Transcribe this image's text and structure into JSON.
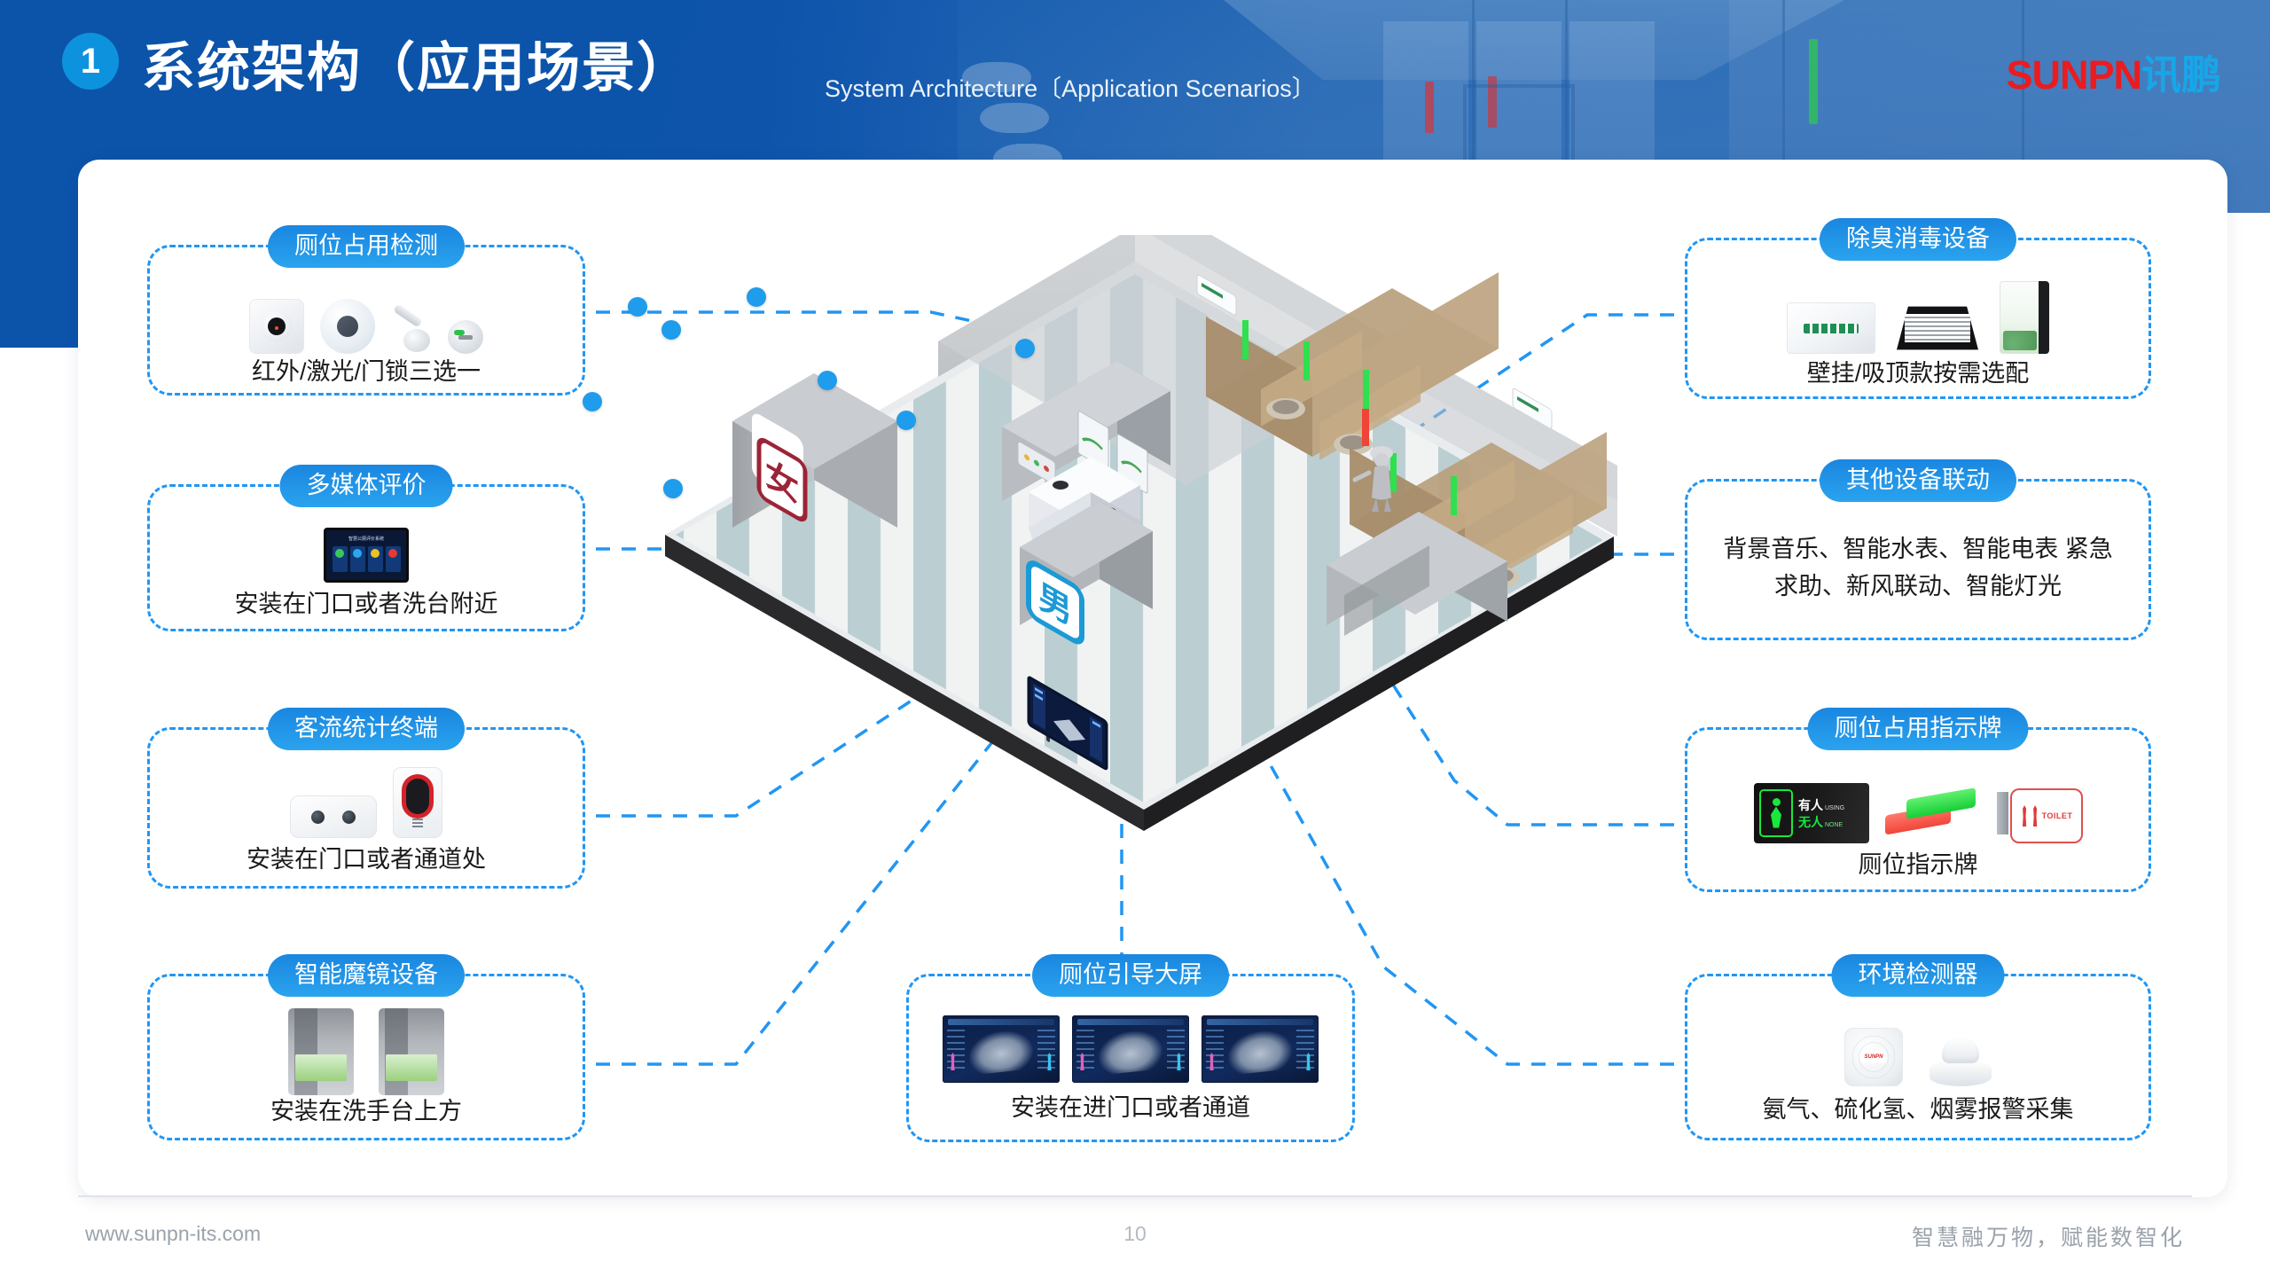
{
  "header": {
    "badge_number": "1",
    "title_cn": "系统架构（应用场景）",
    "title_en": "System Architecture〔Application Scenarios〕",
    "logo_primary": "SUNPN",
    "logo_secondary": "讯鹏",
    "accent_blue": "#0c53aa",
    "badge_blue": "#0d93dd",
    "logo_red": "#ea1c20",
    "logo_cyan": "#17a6e8"
  },
  "callouts": {
    "left": [
      {
        "title": "厕位占用检测",
        "caption": "红外/激光/门锁三选一"
      },
      {
        "title": "多媒体评价",
        "caption": "安装在门口或者洗台附近"
      },
      {
        "title": "客流统计终端",
        "caption": "安装在门口或者通道处"
      },
      {
        "title": "智能魔镜设备",
        "caption": "安装在洗手台上方"
      }
    ],
    "right": [
      {
        "title": "除臭消毒设备",
        "caption": "壁挂/吸顶款按需选配"
      },
      {
        "title": "其他设备联动",
        "caption_line1": "背景音乐、智能水表、智能电表 紧急",
        "caption_line2": "求助、新风联动、智能灯光"
      },
      {
        "title": "厕位占用指示牌",
        "caption": "厕位指示牌"
      },
      {
        "title": "环境检测器",
        "caption": "氨气、硫化氢、烟雾报警采集"
      }
    ],
    "bottom": [
      {
        "title": "厕位引导大屏",
        "caption": "安装在进门口或者通道"
      }
    ]
  },
  "scene": {
    "sign_female": "女",
    "sign_male": "男",
    "evaluation_panel_title": "智慧公厕评价系统"
  },
  "indicator_sign": {
    "occupied_cn": "有人",
    "occupied_en": "USING",
    "vacant_cn": "无人",
    "vacant_en": "NONE",
    "toilet_label": "TOILET"
  },
  "footer": {
    "url": "www.sunpn-its.com",
    "page_number": "10",
    "slogan": "智慧融万物，赋能数智化"
  }
}
